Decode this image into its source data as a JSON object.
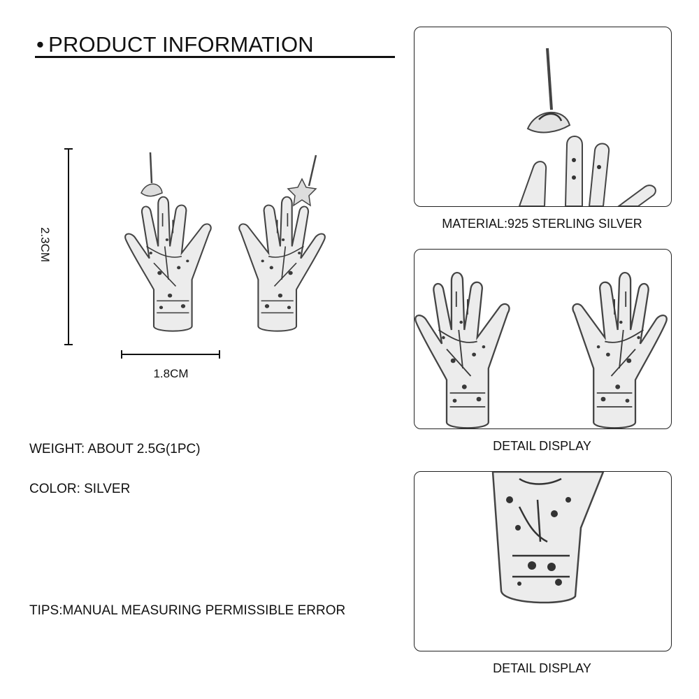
{
  "heading": {
    "bullet": "•",
    "title": "PRODUCT INFORMATION"
  },
  "dimensions": {
    "height_label": "2.3CM",
    "width_label": "1.8CM"
  },
  "specs": {
    "weight": "WEIGHT: ABOUT 2.5G(1PC)",
    "color": "COLOR: SILVER",
    "tips": "TIPS:MANUAL MEASURING PERMISSIBLE ERROR"
  },
  "panels": [
    {
      "caption": "MATERIAL:925 STERLING SILVER"
    },
    {
      "caption": "DETAIL DISPLAY"
    },
    {
      "caption": "DETAIL DISPLAY"
    }
  ],
  "colors": {
    "text": "#111111",
    "metal": "#e9e9e9",
    "engraving": "#3a3a3a",
    "background": "#ffffff"
  }
}
